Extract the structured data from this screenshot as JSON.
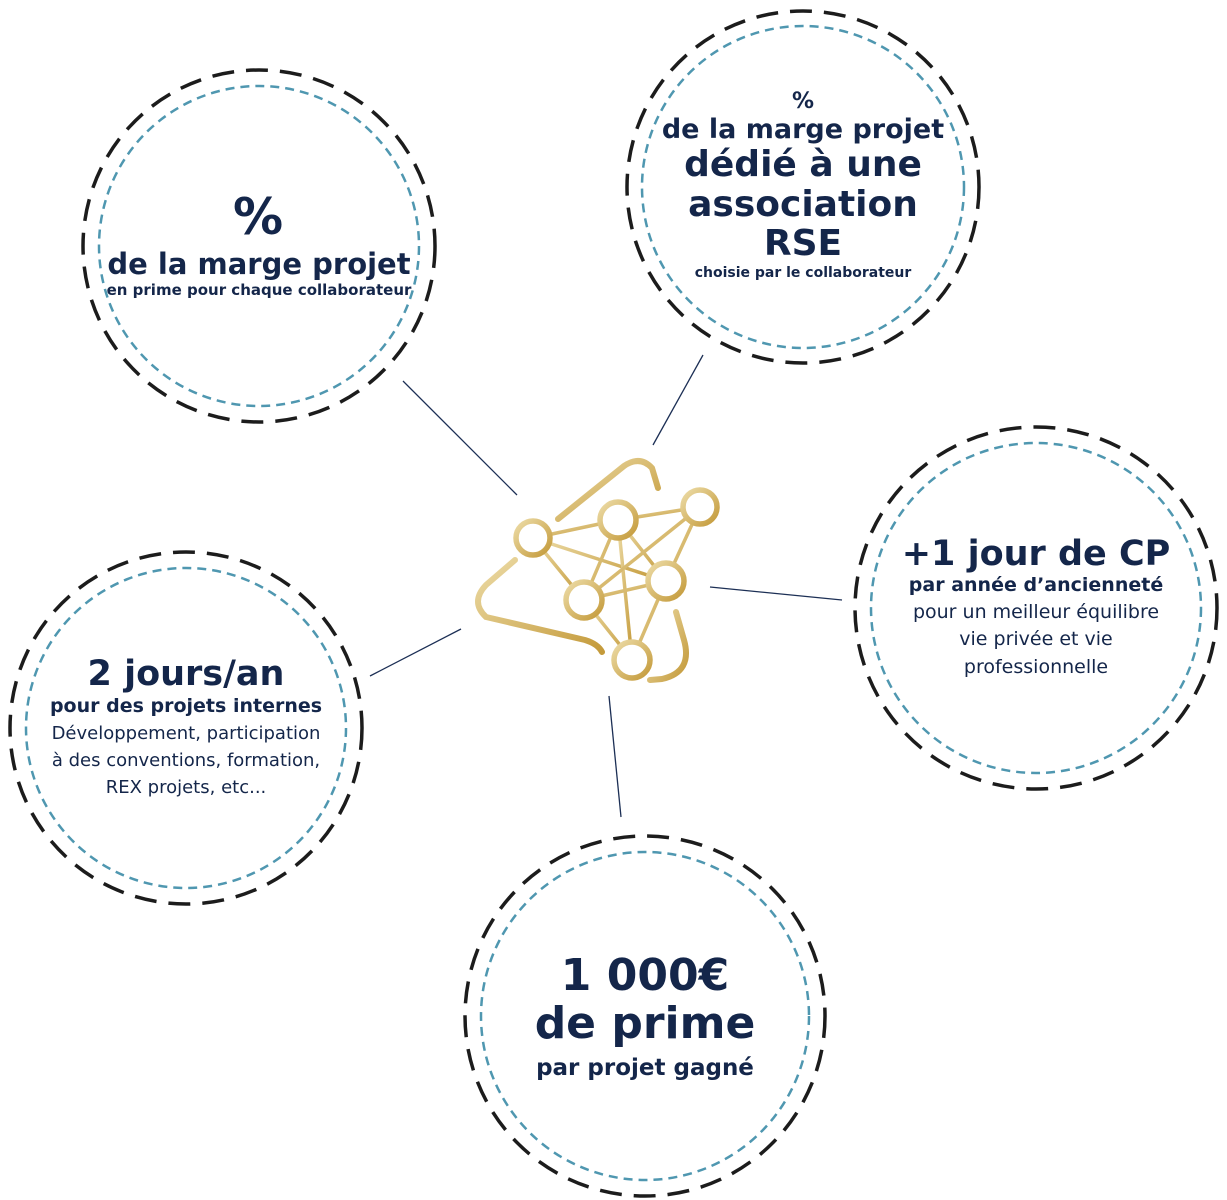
{
  "bubbles": {
    "marge_prime": {
      "symbol": "%",
      "title": "de la marge projet",
      "caption": "en prime pour chaque collaborateur"
    },
    "marge_rse": {
      "symbol": "%",
      "line1": "de la marge projet",
      "line2": "dédié à une",
      "line3": "association RSE",
      "caption": "choisie par le collaborateur"
    },
    "conges": {
      "title": "+1 jour de CP",
      "subtitle": "par année d’ancienneté",
      "line1": "pour un meilleur équilibre",
      "line2": "vie privée et vie",
      "line3": "professionnelle"
    },
    "projets_internes": {
      "title": "2 jours/an",
      "subtitle": "pour des projets internes",
      "line1": "Développement, participation",
      "line2": "à des conventions, formation,",
      "line3": "REX projets, etc..."
    },
    "prime_projet": {
      "line1": "1 000€",
      "line2": "de prime",
      "subtitle": "par projet gagné"
    }
  },
  "colors": {
    "text": "#14264a",
    "outer_ring": "#1c1c1c",
    "inner_ring": "#4f97b0",
    "connector": "#1c2f55",
    "gold_light": "#ead6a0",
    "gold_dark": "#c9a040"
  },
  "icons": {
    "center": "network-nodes-icon"
  }
}
